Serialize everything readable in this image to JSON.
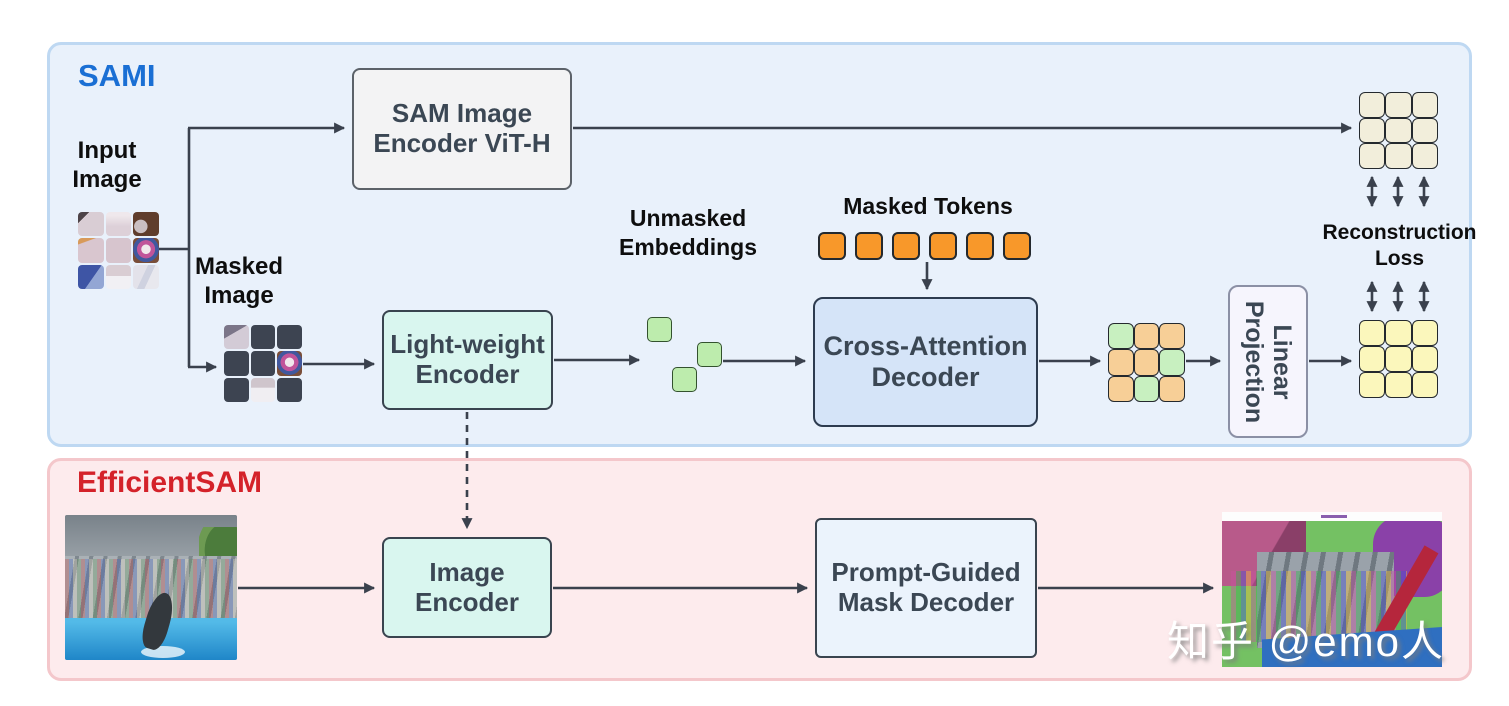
{
  "diagram": {
    "watermark": "知乎 @emo人",
    "sami": {
      "title": "SAMI",
      "title_color": "#1a6fd4",
      "input_image_label": "Input Image",
      "masked_image_label": "Masked Image",
      "sam_encoder_label": "SAM Image Encoder ViT-H",
      "lightweight_encoder_label": "Light-weight Encoder",
      "unmasked_embeddings_label": "Unmasked Embeddings",
      "masked_tokens_label": "Masked Tokens",
      "cross_attention_decoder_label": "Cross-Attention Decoder",
      "linear_projection_label": "Linear Projection",
      "reconstruction_loss_label": "Reconstruction Loss",
      "masked_tokens": {
        "count": 6,
        "fill": "#f8982a"
      },
      "unmasked_embeddings": {
        "count": 3,
        "fill": "#bdecad"
      },
      "masked_image_pattern": [
        [
          "visible",
          "masked",
          "masked"
        ],
        [
          "masked",
          "masked",
          "visible"
        ],
        [
          "masked",
          "visible",
          "masked"
        ]
      ],
      "target_grid": {
        "rows": 3,
        "cols": 3,
        "fill": "#f2eedb"
      },
      "decoder_output_grid": {
        "rows": 3,
        "cols": 3,
        "pattern": [
          [
            "green",
            "orange",
            "orange"
          ],
          [
            "orange",
            "orange",
            "green"
          ],
          [
            "orange",
            "green",
            "orange"
          ]
        ],
        "green": "#c8f0c0",
        "orange": "#f7cf97"
      },
      "projected_grid": {
        "rows": 3,
        "cols": 3,
        "fill": "#fbf7bc"
      }
    },
    "efficientsam": {
      "title": "EfficientSAM",
      "title_color": "#d4222a",
      "image_encoder_label": "Image Encoder",
      "prompt_guided_mask_decoder_label": "Prompt-Guided Mask Decoder"
    }
  }
}
